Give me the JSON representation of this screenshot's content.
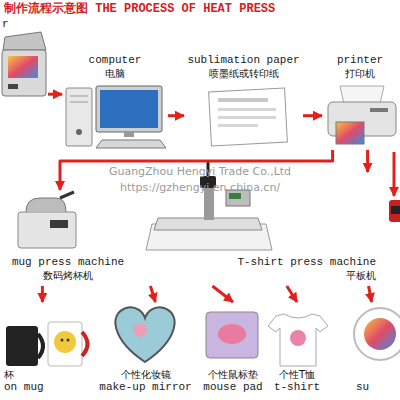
{
  "diagram": {
    "title": "制作流程示意图 THE PROCESS OF HEAT PRESS",
    "nodes": [
      {
        "text": [
          "r"
        ]
      },
      {
        "text": [
          "computer",
          "电脑"
        ]
      },
      {
        "text": [
          "sublimation paper",
          "喷墨纸或转印纸"
        ]
      },
      {
        "text": [
          "printer",
          "打印机"
        ]
      },
      {
        "text": [
          "mug press machine",
          "数码烤杯机"
        ]
      },
      {
        "text": [
          "T-shirt press machine",
          "平板机"
        ]
      },
      {
        "text": [
          "杯",
          "on mug"
        ]
      },
      {
        "text": [
          "个性化妆镜",
          "make-up mirror"
        ]
      },
      {
        "text": [
          "个性鼠标垫",
          "mouse pad"
        ]
      },
      {
        "text": [
          "个性T恤",
          "t-shirt"
        ]
      },
      {
        "text": [
          "su"
        ]
      }
    ],
    "edges": [
      {
        "from": 0,
        "to": 1,
        "arrow": "to"
      },
      {
        "from": 1,
        "to": 2,
        "arrow": "to"
      },
      {
        "from": 2,
        "to": 3,
        "arrow": "to"
      },
      {
        "from": 3,
        "to": 4,
        "arrow": "to"
      },
      {
        "from": 3,
        "to": 5,
        "arrow": "to"
      },
      {
        "from": 4,
        "to": 6,
        "arrow": "to"
      },
      {
        "from": 5,
        "to": 7,
        "arrow": "to"
      },
      {
        "from": 5,
        "to": 8,
        "arrow": "to"
      },
      {
        "from": 5,
        "to": 9,
        "arrow": "to"
      },
      {
        "from": 5,
        "to": 10,
        "arrow": "to"
      }
    ],
    "labels": [
      "GuangZhou Hengyi Trade Co.,Ltd",
      "https://gzhengyi.en.china.cn/"
    ]
  }
}
